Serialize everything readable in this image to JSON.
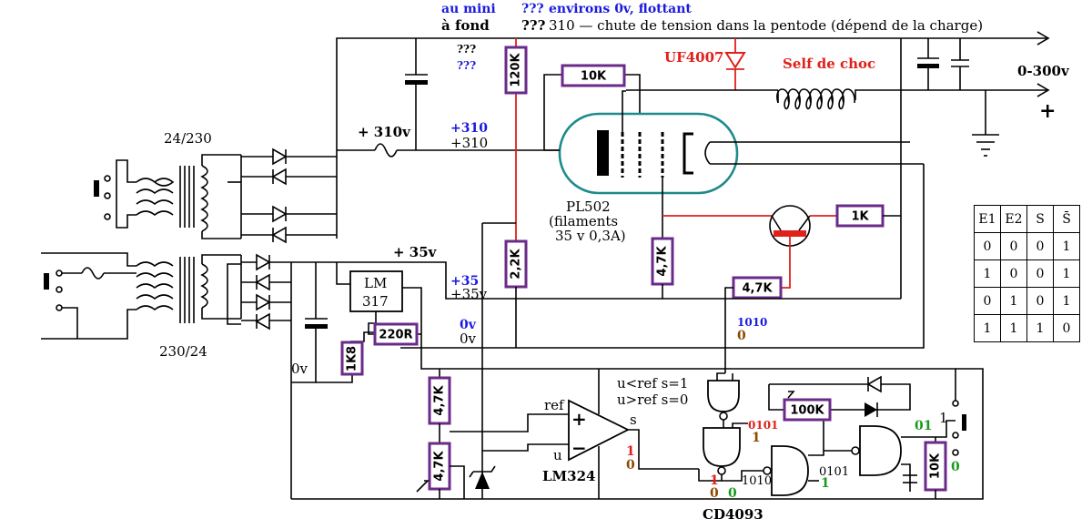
{
  "labels": {
    "au_mini": "au mini",
    "a_fond": "à fond",
    "q1": "???",
    "q2": "???",
    "q3": "???",
    "q4": "???",
    "environs": "environs 0v, flottant",
    "chute": "310 — chute de tension dans la pentode (dépend de la charge)",
    "uf4007": "UF4007",
    "self": "Self de choc",
    "out": "0-300v",
    "plus_out": "+",
    "t1": "24/230",
    "t2": "230/24",
    "v310": "+ 310v",
    "p310_blue": "+310",
    "p310_black": "+310",
    "pl502": "PL502",
    "filaments": "(filaments",
    "fil_v": "35 v 0,3A)",
    "v35": "+ 35v",
    "p35_blue": "+35",
    "p35_black": "+35v",
    "lm317_a": "LM",
    "lm317_b": "317",
    "zero_blue": "0v",
    "zero_black": "0v",
    "zero_left": "0v",
    "seq_1010_blue": "1010",
    "seq_0_brown": "0",
    "cmp1": "u<ref  s=1",
    "cmp2": "u>ref  s=0",
    "ref": "ref",
    "u": "u",
    "s": "s",
    "lm324": "LM324",
    "cd4093": "CD4093",
    "seq_0101_red": "0101",
    "seq_1_brown": "1",
    "op_1_red": "1",
    "op_0_brown": "0",
    "g_1_red": "1",
    "g_0_brown": "0",
    "g_0_green": "0",
    "g_1010": "1010",
    "g_0101": "0101",
    "g_1_green": "1",
    "sw_1": "1",
    "sw_01_green": "01",
    "sw_0_green": "0",
    "plus_mark": "+",
    "minus_mark": "−"
  },
  "resistors": {
    "r120k": "120K",
    "r10k": "10K",
    "r1k": "1K",
    "r47k_a": "4,7K",
    "r47k_b": "4,7K",
    "r22k": "2,2K",
    "r220r": "220R",
    "r1k8": "1K8",
    "r47k_c": "4,7K",
    "r47k_d": "4,7K",
    "r100k": "100K",
    "r10k_b": "10K"
  },
  "truth_table": {
    "headers": [
      "E1",
      "E2",
      "S",
      "S̄"
    ],
    "rows": [
      [
        "0",
        "0",
        "0",
        "1"
      ],
      [
        "1",
        "0",
        "0",
        "1"
      ],
      [
        "0",
        "1",
        "0",
        "1"
      ],
      [
        "1",
        "1",
        "1",
        "0"
      ]
    ]
  },
  "colors": {
    "resistor": "#6a2a8a",
    "red_wire": "#e0201a",
    "tube": "#1f8a8a",
    "blue_text": "#1a1adf"
  }
}
